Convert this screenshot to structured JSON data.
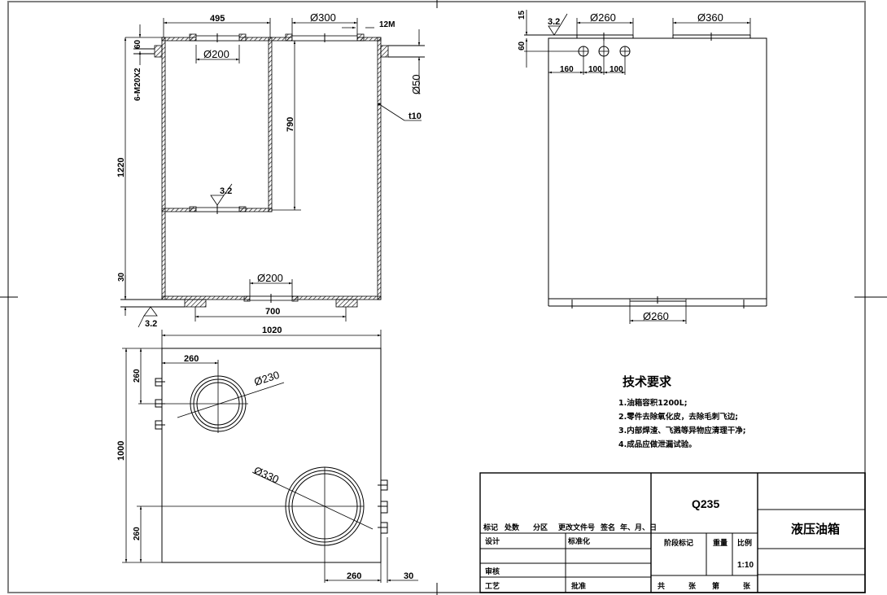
{
  "drawing": {
    "front_view": {
      "dims": {
        "top_width": "495",
        "top_port_dia": "Ø300",
        "wall_gap": "12M",
        "inner_port_dia": "Ø200",
        "bolt_spec": "6-M20X2",
        "top_offset": "60",
        "height_total": "1220",
        "partition_height": "790",
        "side_port_dia": "Ø50",
        "wall_thickness": "t10",
        "roughness_inner": "3.2",
        "bottom_offset": "30",
        "bottom_port_dia": "Ø200",
        "foot_span": "700",
        "roughness_bottom": "3.2"
      }
    },
    "side_view": {
      "dims": {
        "top_offset_a": "15",
        "top_offset_b": "60",
        "roughness": "3.2",
        "port1_dia": "Ø260",
        "port2_dia": "Ø360",
        "hole_offset": "160",
        "hole_pitch_1": "100",
        "hole_pitch_2": "100",
        "bottom_port_dia": "Ø260"
      }
    },
    "top_view": {
      "dims": {
        "overall_width": "1020",
        "hole1_x": "260",
        "hole1_y": "260",
        "hole1_dia": "Ø230",
        "depth": "1000",
        "hole2_dia": "Ø330",
        "hole2_y": "260",
        "hole2_x": "260",
        "flange": "30"
      }
    },
    "tech_requirements": {
      "title": "技术要求",
      "items": [
        "1.油箱容积1200L;",
        "2.零件去除氧化皮，去除毛刺飞边;",
        "3.内部焊渣、飞溅等异物应清理干净;",
        "4.成品应做泄漏试验。"
      ]
    },
    "title_block": {
      "header_labels": [
        "标记",
        "处数",
        "分区",
        "更改文件号",
        "签名",
        "年、月、日"
      ],
      "design": "设计",
      "standardization": "标准化",
      "review": "审核",
      "process": "工艺",
      "approve": "批准",
      "material": "Q235",
      "stage_mark": "阶段标记",
      "weight": "重量",
      "scale_label": "比例",
      "scale_value": "1:10",
      "total": "共",
      "sheets": "张",
      "sheet_no": "第",
      "sheet_unit": "张",
      "part_name": "液压油箱"
    }
  }
}
